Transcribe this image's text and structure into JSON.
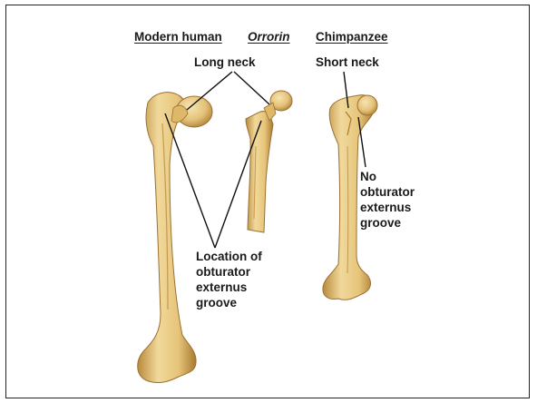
{
  "headers": {
    "modern_human": "Modern human",
    "orrorin": "Orrorin",
    "chimpanzee": "Chimpanzee"
  },
  "annotations": {
    "long_neck": "Long neck",
    "short_neck": "Short neck",
    "location_line1": "Location of",
    "location_line2": "obturator",
    "location_line3": "externus",
    "location_line4": "groove",
    "no_groove_line1": "No",
    "no_groove_line2": "obturator",
    "no_groove_line3": "externus",
    "no_groove_line4": "groove"
  },
  "colors": {
    "bone_light": "#f0d898",
    "bone_mid": "#dfb868",
    "bone_dark": "#a8782e",
    "line": "#111111",
    "border": "#222222"
  }
}
